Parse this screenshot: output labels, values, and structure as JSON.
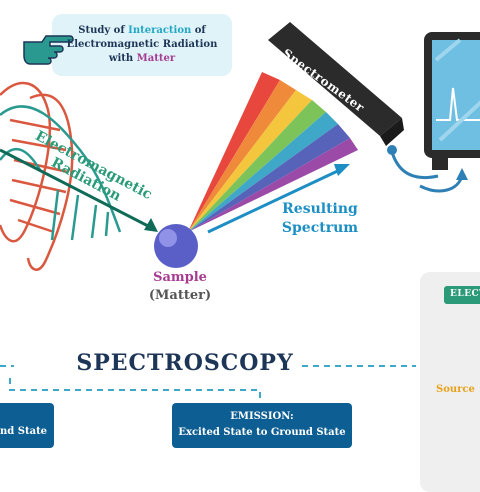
{
  "header": {
    "line1_a": "Study of ",
    "line1_b": "Interaction",
    "line1_c": " of",
    "line2": "Electromagnetic Radiation",
    "line3_a": "with ",
    "line3_b": "Matter"
  },
  "labels": {
    "em_line1": "Electromagnetic",
    "em_line2": "Radiation",
    "spectrometer": "Spectrometer",
    "sample": "Sample",
    "matter": "(Matter)",
    "resulting_line1": "Resulting",
    "resulting_line2": "Spectrum",
    "spectroscopy": "SPECTROSCOPY",
    "left_box_text": "nd State",
    "emission_title": "EMISSION:",
    "emission_sub": "Excited State to Ground State",
    "elec_tag": "ELECT",
    "source": "Source"
  },
  "colors": {
    "navy": "#1d3557",
    "teal": "#2a9a78",
    "blue": "#1c8ec4",
    "purple": "#a63c92",
    "box": "#0d5e92",
    "wave_red": "#d9583f",
    "wave_teal": "#2a9a90"
  },
  "icons": [
    "pointing-hand-icon",
    "spectrometer-icon",
    "monitor-icon",
    "sample-sphere-icon",
    "source-dot-icon"
  ]
}
